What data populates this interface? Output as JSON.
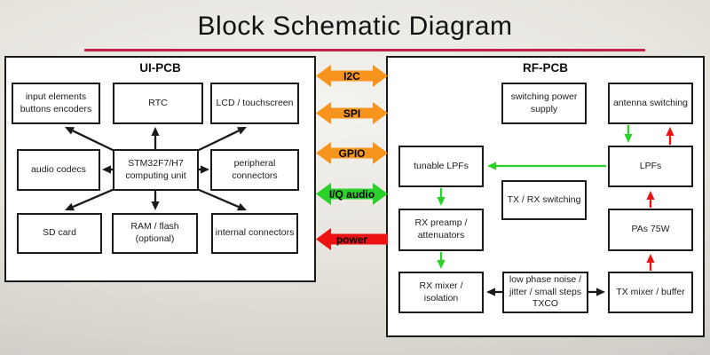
{
  "title": "Block Schematic Diagram",
  "colors": {
    "orange": "#F7941E",
    "green": "#2BD02B",
    "red": "#EE1111",
    "arrow_black": "#1A1A1A",
    "accent_line": "#C22148"
  },
  "buses": [
    {
      "label": "I2C",
      "color": "orange",
      "direction": "both"
    },
    {
      "label": "SPI",
      "color": "orange",
      "direction": "both"
    },
    {
      "label": "GPIO",
      "color": "orange",
      "direction": "both"
    },
    {
      "label": "I/Q audio",
      "color": "green",
      "direction": "both"
    },
    {
      "label": "power",
      "color": "red",
      "direction": "left"
    }
  ],
  "ui_pcb": {
    "title": "UI-PCB",
    "boxes": [
      {
        "label": "input elements\nbuttons encoders"
      },
      {
        "label": "RTC"
      },
      {
        "label": "LCD / touchscreen"
      },
      {
        "label": "audio codecs"
      },
      {
        "label": "STM32F7/H7\ncomputing unit"
      },
      {
        "label": "peripheral\nconnectors"
      },
      {
        "label": "SD card"
      },
      {
        "label": "RAM / flash\n(optional)"
      },
      {
        "label": "internal connectors"
      }
    ]
  },
  "rf_pcb": {
    "title": "RF-PCB",
    "boxes": [
      {
        "label": "switching power\nsupply"
      },
      {
        "label": "antenna switching"
      },
      {
        "label": "tunable LPFs"
      },
      {
        "label": "LPFs"
      },
      {
        "label": "TX / RX switching"
      },
      {
        "label": "RX preamp /\nattenuators"
      },
      {
        "label": "PAs 75W"
      },
      {
        "label": "RX mixer / isolation"
      },
      {
        "label": "low phase noise /\njitter / small steps\nTXCO"
      },
      {
        "label": "TX mixer / buffer"
      }
    ]
  }
}
